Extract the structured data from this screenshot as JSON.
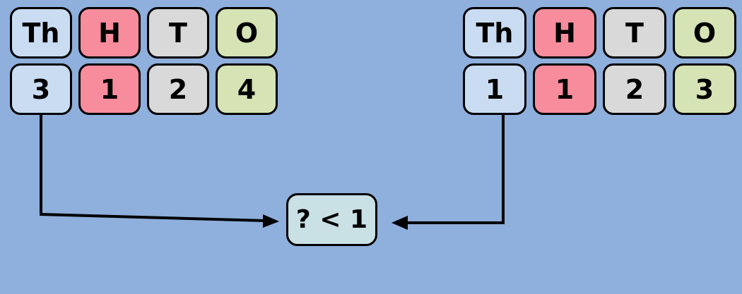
{
  "colors": {
    "background": "#8FAFDC",
    "thousands": "#C9DCF2",
    "hundreds": "#F78C9D",
    "tens": "#D9D9D9",
    "ones": "#D6E3B5",
    "comparison": "#C9E0E5",
    "outline": "#000000"
  },
  "left_chart": {
    "headers": [
      "Th",
      "H",
      "T",
      "O"
    ],
    "digits": [
      "3",
      "1",
      "2",
      "4"
    ]
  },
  "right_chart": {
    "headers": [
      "Th",
      "H",
      "T",
      "O"
    ],
    "digits": [
      "1",
      "1",
      "2",
      "3"
    ]
  },
  "comparison": {
    "label": "? < 1"
  },
  "arrows": [
    {
      "from": "left-digit-thousands",
      "to": "comparison-box"
    },
    {
      "from": "right-digit-thousands",
      "to": "comparison-box"
    }
  ]
}
